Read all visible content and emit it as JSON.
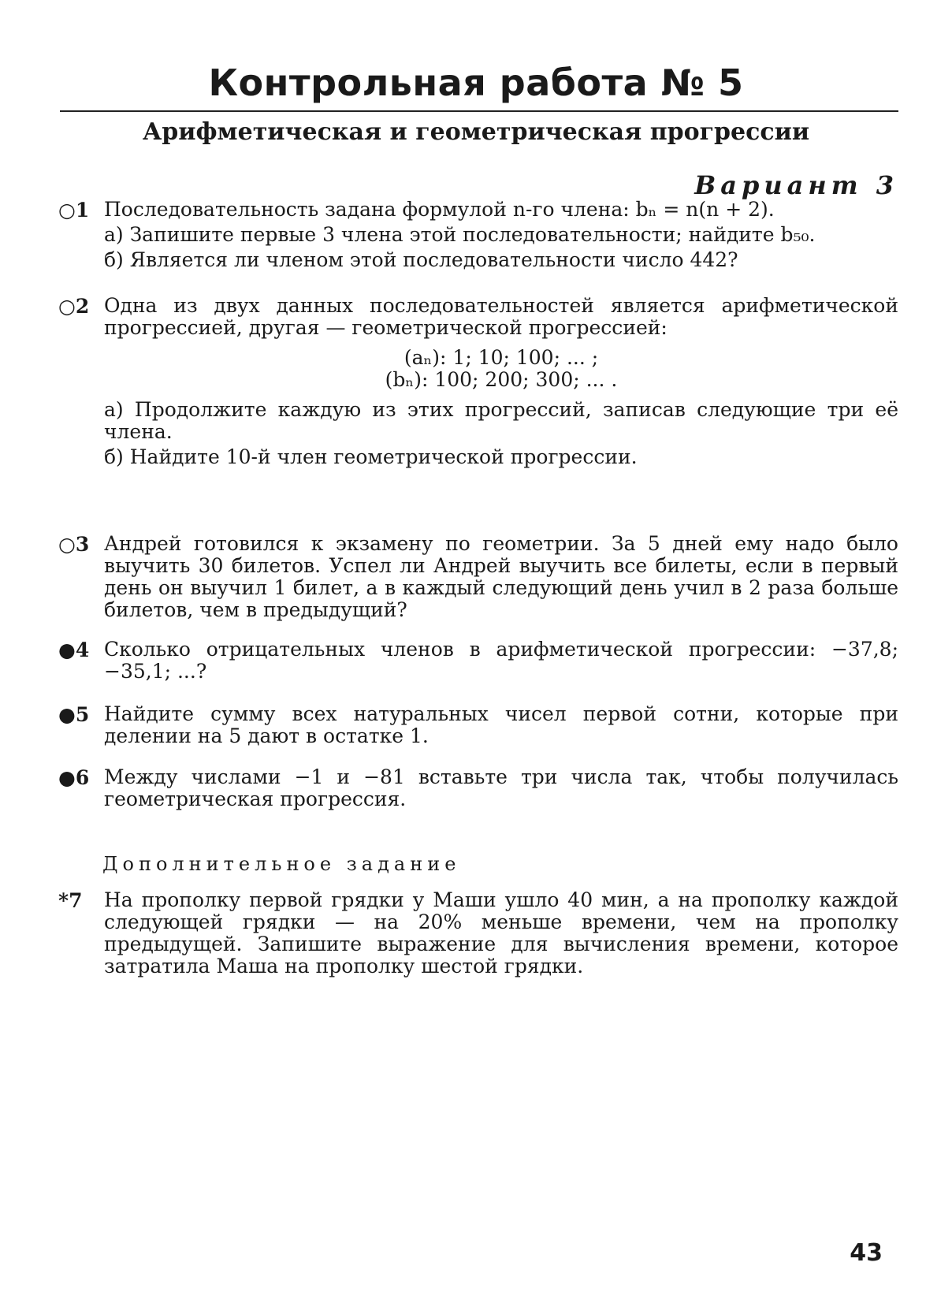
{
  "header": {
    "title": "Контрольная работа № 5",
    "subtitle": "Арифметическая и геометрическая прогрессии",
    "variant": "Вариант 3"
  },
  "tasks": [
    {
      "marker": "○1",
      "text": "Последовательность задана формулой n-го члена: bₙ = n(n + 2).",
      "subs": [
        "а) Запишите первые 3 члена этой последовательности; найдите b₅₀.",
        "б) Является ли членом этой последовательности число 442?"
      ]
    },
    {
      "marker": "○2",
      "text": "Одна из двух данных последовательностей является арифметической прогрессией, другая — геометрической прогрессией:",
      "lines": [
        "(aₙ): 1; 10; 100; ... ;",
        "(bₙ): 100; 200; 300; ... ."
      ],
      "subs": [
        "а) Продолжите каждую из этих прогрессий, записав следующие три её члена.",
        "б) Найдите 10-й член геометрической прогрессии."
      ]
    },
    {
      "marker": "○3",
      "text": "Андрей готовился к экзамену по геометрии. За 5 дней ему надо было выучить 30 билетов. Успел ли Андрей выучить все билеты, если в первый день он выучил 1 билет, а в каждый следующий день учил в 2 раза больше билетов, чем в предыдущий?"
    },
    {
      "marker": "●4",
      "text": "Сколько отрицательных членов в арифметической прогрессии: −37,8; −35,1; ...?"
    },
    {
      "marker": "●5",
      "text": "Найдите сумму всех натуральных чисел первой сотни, которые при делении на 5 дают в остатке 1."
    },
    {
      "marker": "●6",
      "text": "Между числами −1 и −81 вставьте три числа так, чтобы получилась геометрическая прогрессия."
    }
  ],
  "extra": {
    "header": "Дополнительное задание",
    "marker": "*7",
    "text": "На прополку первой грядки у Маши ушло 40 мин, а на прополку каждой следующей грядки — на 20% меньше времени, чем на прополку предыдущей. Запишите выражение для вычисления времени, которое затратила Маша на прополку шестой грядки."
  },
  "page_number": "43"
}
